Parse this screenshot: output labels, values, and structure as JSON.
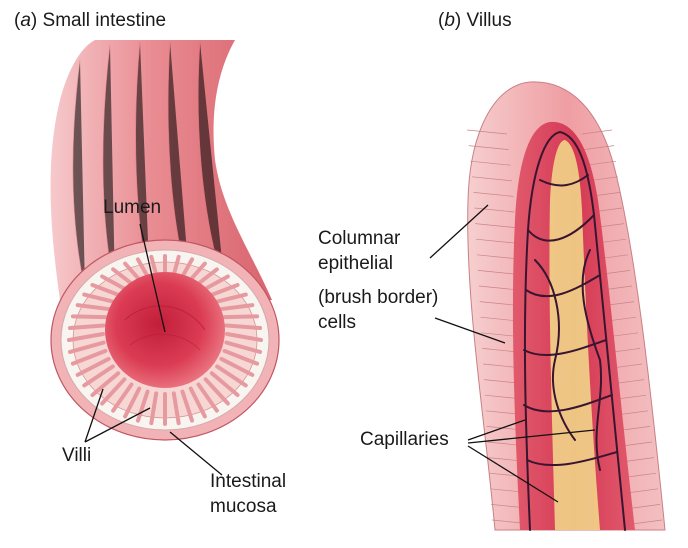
{
  "panels": {
    "a": {
      "letter": "a",
      "title": "Small intestine"
    },
    "b": {
      "letter": "b",
      "title": "Villus"
    }
  },
  "labels": {
    "lumen": "Lumen",
    "villi": "Villi",
    "intestinal_mucosa": [
      "Intestinal",
      "mucosa"
    ],
    "columnar_cells": [
      "Columnar",
      "epithelial",
      "(brush border)",
      "cells"
    ],
    "capillaries": "Capillaries"
  },
  "colors": {
    "tissue_pink": "#e8868c",
    "tissue_light": "#f3c0c0",
    "lumen_red": "#d9304a",
    "capillary": "#3a1530",
    "lacteal": "#f0d070",
    "white_layer": "#f6f2ee"
  }
}
